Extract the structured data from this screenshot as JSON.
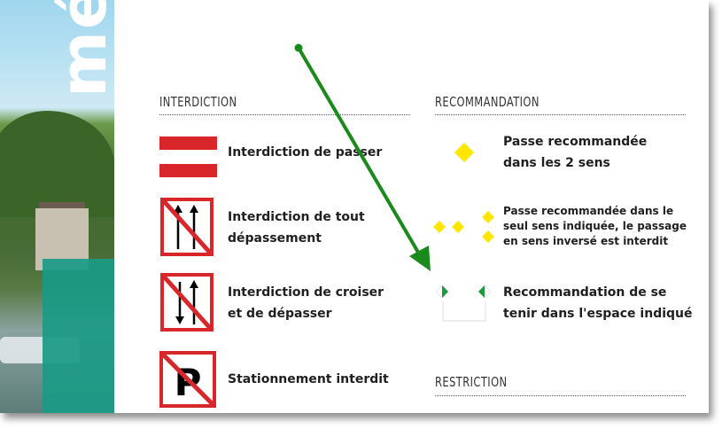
{
  "side_photo": {
    "word": "mé"
  },
  "interdiction": {
    "heading": "INTERDICTION",
    "items": [
      {
        "label_line1": "Interdiction de passer",
        "label_line2": ""
      },
      {
        "label_line1": "Interdiction de tout",
        "label_line2": "dépassement"
      },
      {
        "label_line1": "Interdiction de croiser",
        "label_line2": "et de dépasser"
      },
      {
        "label_line1": "Stationnement interdit",
        "label_line2": ""
      }
    ]
  },
  "recommandation": {
    "heading": "RECOMMANDATION",
    "items": [
      {
        "label_line1": "Passe recommandée",
        "label_line2": "dans les 2 sens",
        "label_line3": ""
      },
      {
        "label_line1": "Passe recommandée dans le",
        "label_line2": "seul sens indiquée, le passage",
        "label_line3": "en sens inversé est interdit"
      },
      {
        "label_line1": "Recommandation de se",
        "label_line2": "tenir dans l'espace indiqué",
        "label_line3": ""
      }
    ]
  },
  "restriction": {
    "heading": "RESTRICTION"
  },
  "colors": {
    "sign_red": "#d9262b",
    "yellow": "#ffe600",
    "green_arrow": "#1a8a1a",
    "teal": "#1a9a86"
  },
  "icons": [
    "red-white-bar-sign",
    "no-overtaking-sign",
    "no-crossing-overtaking-sign",
    "no-parking-sign",
    "yellow-diamond-icon",
    "green-white-diamond-icon",
    "green-arrow-annotation"
  ]
}
